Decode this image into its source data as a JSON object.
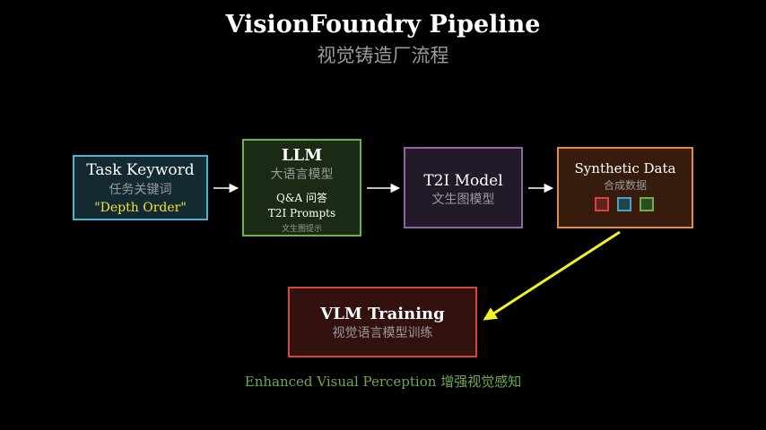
{
  "header": {
    "title": "VisionFoundry Pipeline",
    "subtitle": "视觉铸造厂流程"
  },
  "nodes": {
    "task": {
      "title": "Task Keyword",
      "subtitle": "任务关键词",
      "example": "\"Depth Order\"",
      "border": "#49b4d2",
      "accent": "#f2e23a"
    },
    "llm": {
      "title": "LLM",
      "subtitle": "大语言模型",
      "line1": "Q&A 问答",
      "line2": "T2I Prompts",
      "note": "文生图提示",
      "border": "#6cb24c"
    },
    "t2i": {
      "title": "T2I Model",
      "subtitle": "文生图模型",
      "border": "#8c66a6"
    },
    "synthetic": {
      "title": "Synthetic Data",
      "subtitle": "合成数据",
      "border": "#e98c32",
      "swatches": [
        {
          "name": "red-image-icon",
          "color": "#d9453d"
        },
        {
          "name": "blue-image-icon",
          "color": "#49a3c2"
        },
        {
          "name": "green-image-icon",
          "color": "#6cb24c"
        }
      ]
    },
    "vlm": {
      "title": "VLM Training",
      "subtitle": "视觉语言模型训练",
      "border": "#d9453d"
    }
  },
  "edges": [
    {
      "from": "task",
      "to": "llm",
      "color": "#ffffff"
    },
    {
      "from": "llm",
      "to": "t2i",
      "color": "#ffffff"
    },
    {
      "from": "t2i",
      "to": "synthetic",
      "color": "#ffffff"
    },
    {
      "from": "synthetic",
      "to": "vlm",
      "color": "#f2f21e"
    }
  ],
  "footer": {
    "en": "Enhanced Visual Perception",
    "zh": "增强视觉感知",
    "color": "#6daa55"
  }
}
